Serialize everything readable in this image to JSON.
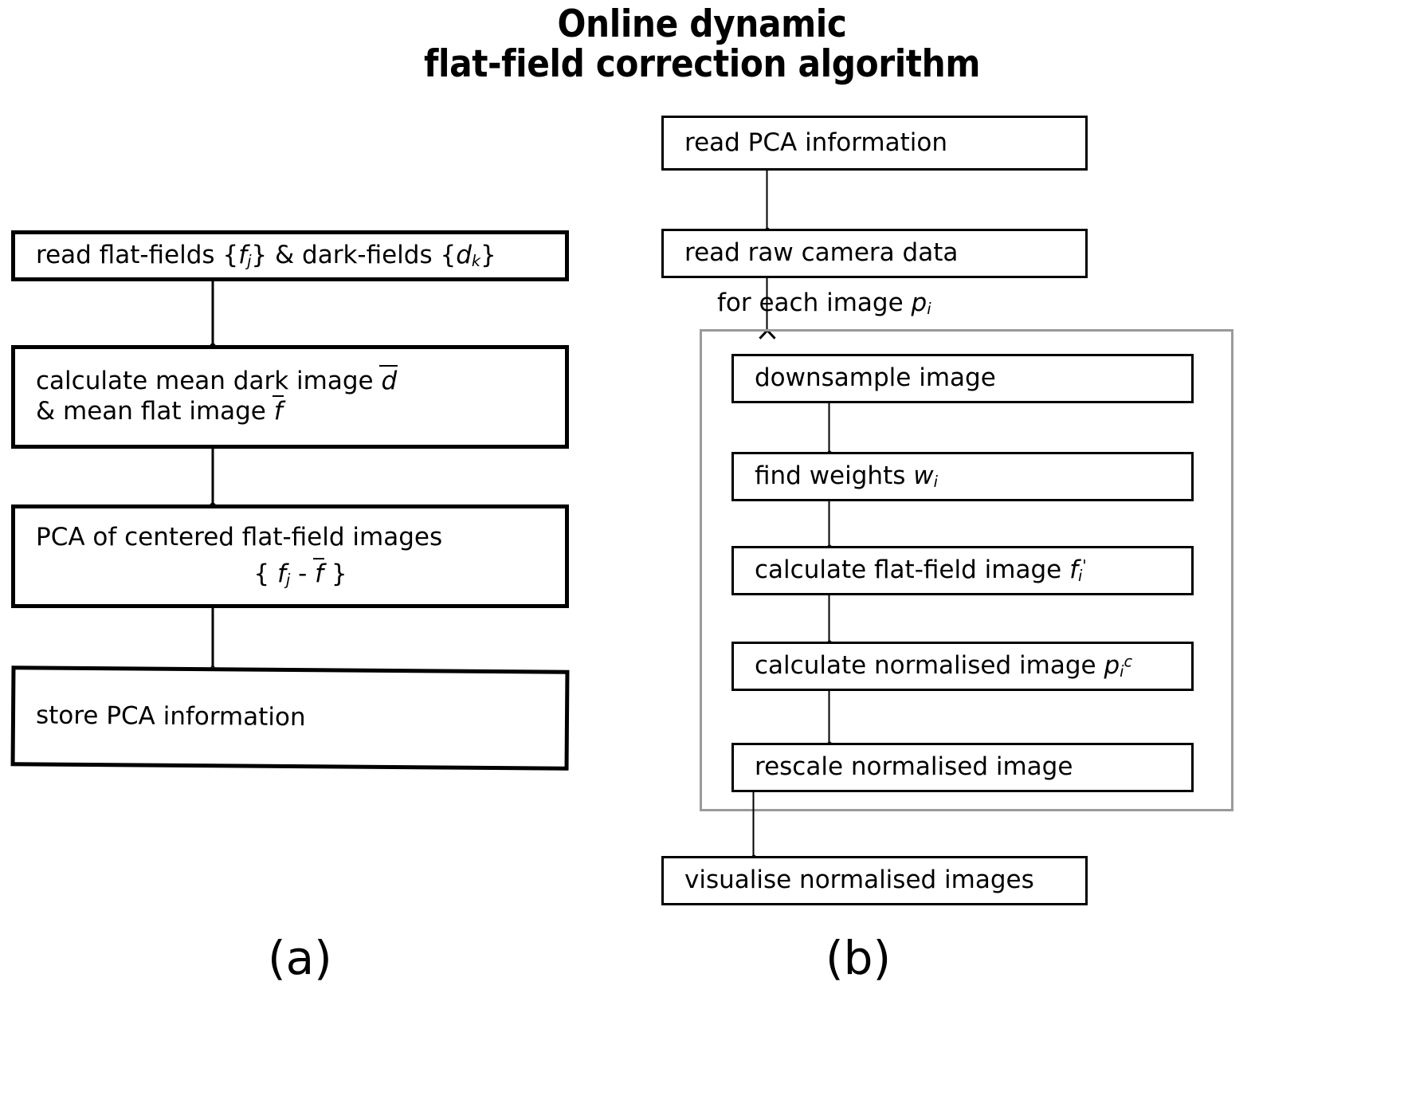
{
  "title": {
    "line1": "Online dynamic",
    "line2": "flat-field correction algorithm"
  },
  "panel_a": {
    "label": "(a)",
    "steps": [
      {
        "id": "read-fields",
        "text_plain": "read flat-fields {fj} & dark-fields  {dk}",
        "pre": "read flat-fields  {",
        "var1": "f",
        "sub1": "j",
        "mid": "} & dark-fields   {",
        "var2": "d",
        "sub2": "k",
        "post": "}"
      },
      {
        "id": "mean-images",
        "line1_pre": "calculate mean dark image ",
        "line1_var": "d",
        "line2_pre": "& mean flat image ",
        "line2_var": "f"
      },
      {
        "id": "pca",
        "line1": "PCA of centered flat-field images",
        "formula_open": "{ ",
        "formula_var1": "f",
        "formula_sub1": "j",
        "formula_minus": " - ",
        "formula_var2": "f",
        "formula_close": " }"
      },
      {
        "id": "store-pca",
        "text": "store PCA information"
      }
    ]
  },
  "panel_b": {
    "label": "(b)",
    "steps_before_loop": [
      {
        "id": "read-pca",
        "text": "read PCA information"
      },
      {
        "id": "read-raw",
        "text": "read raw camera data"
      }
    ],
    "loop_label": {
      "pre": "for each image ",
      "var": "p",
      "sub": "i"
    },
    "loop_steps": [
      {
        "id": "downsample",
        "text": "downsample image"
      },
      {
        "id": "find-weights",
        "pre": "find weights ",
        "var": "w",
        "sub": "i"
      },
      {
        "id": "calc-flatfield",
        "pre": "calculate flat-field image ",
        "var": "f",
        "sub": "i",
        "sup": "'"
      },
      {
        "id": "calc-normalised",
        "pre": "calculate normalised image ",
        "var": "p",
        "sub": "i",
        "sup": "c"
      },
      {
        "id": "rescale",
        "text": "rescale normalised image"
      }
    ],
    "steps_after_loop": [
      {
        "id": "visualise",
        "text": "visualise normalised images"
      }
    ]
  },
  "colors": {
    "ink": "#000000",
    "group_border": "#9a9a9a",
    "background": "#ffffff"
  }
}
